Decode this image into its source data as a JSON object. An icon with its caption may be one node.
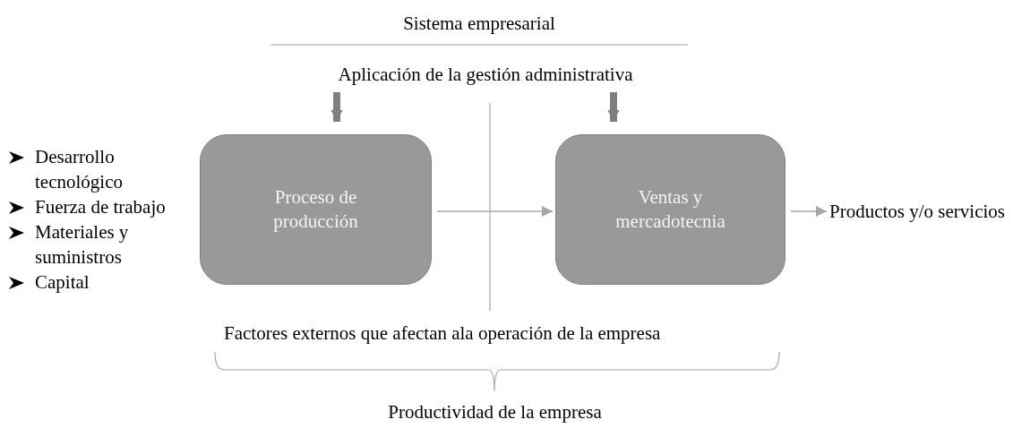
{
  "diagram": {
    "title": "Sistema empresarial",
    "nodes": [
      {
        "text": [
          "Aplicación de la gestión administrativa"
        ]
      },
      {
        "text": [
          "Proceso de producción"
        ]
      },
      {
        "text": [
          "Ventas y mercadotecnia"
        ]
      },
      {
        "text": [
          "Productos y/o servicios"
        ]
      }
    ],
    "edges": [
      {
        "from": 0,
        "to": 1,
        "arrow": "to",
        "style": "thick"
      },
      {
        "from": 0,
        "to": 2,
        "arrow": "to",
        "style": "thick"
      },
      {
        "from": 1,
        "to": 2,
        "arrow": "to"
      },
      {
        "from": 2,
        "to": 3,
        "arrow": "to"
      }
    ],
    "labels": [
      "Desarrollo tecnológico",
      "Fuerza de trabajo",
      "Materiales y suministros",
      "Capital",
      "Factores externos que afectan ala operación de la empresa",
      "Productividad de la empresa"
    ]
  }
}
